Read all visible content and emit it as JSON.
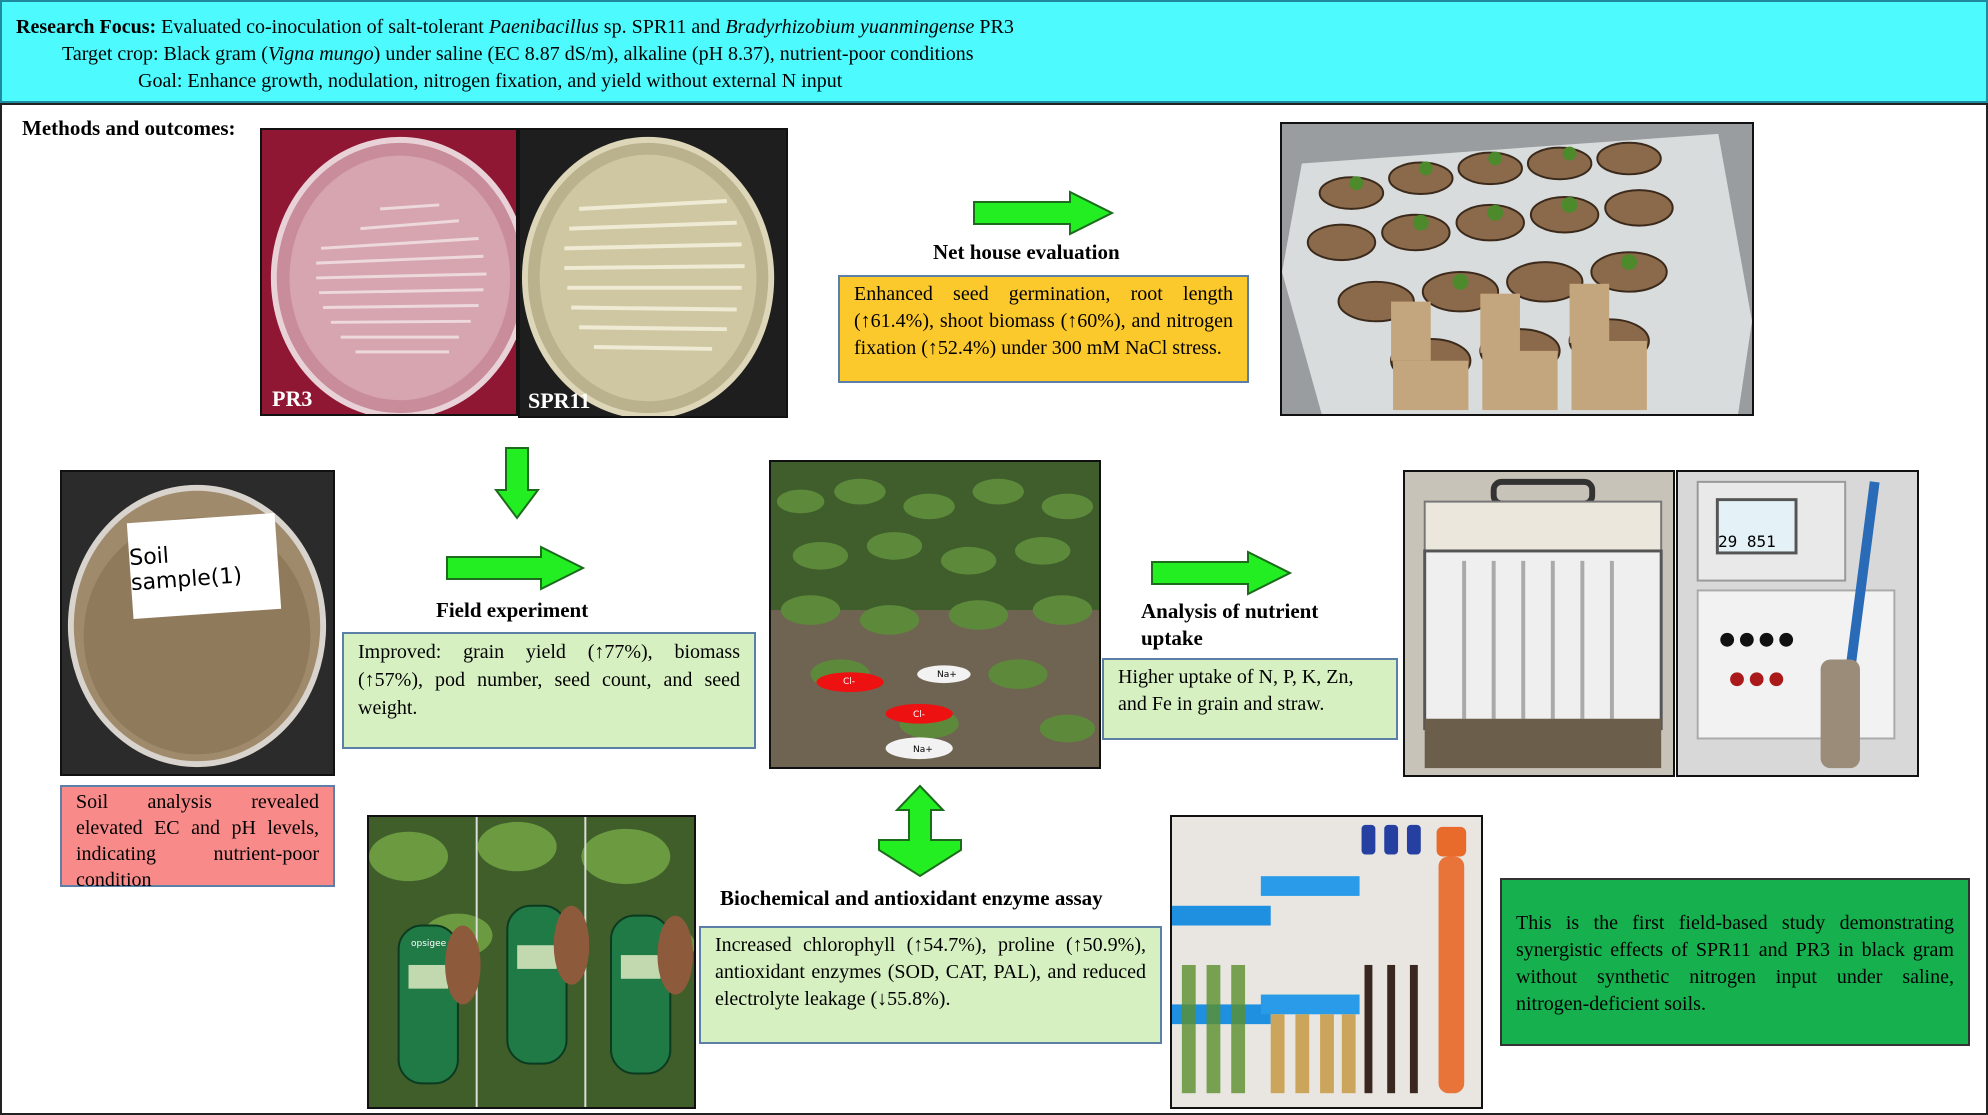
{
  "header": {
    "line1": [
      {
        "text": "Research Focus:",
        "style": "bold"
      },
      {
        "text": " Evaluated co-inoculation of salt-tolerant ",
        "style": "normal"
      },
      {
        "text": "Paenibacillus",
        "style": "italic"
      },
      {
        "text": " sp. SPR11 and ",
        "style": "normal"
      },
      {
        "text": "Bradyrhizobium yuanmingense",
        "style": "italic"
      },
      {
        "text": " PR3",
        "style": "normal"
      }
    ],
    "line2": [
      {
        "text": "Target crop: Black gram (",
        "style": "normal"
      },
      {
        "text": "Vigna mungo",
        "style": "italic"
      },
      {
        "text": ") under saline (EC 8.87 dS/m), alkaline (pH 8.37), nutrient-poor conditions",
        "style": "normal"
      }
    ],
    "line3": [
      {
        "text": "Goal: Enhance growth, nodulation, nitrogen fixation, and yield without external N input",
        "style": "normal"
      }
    ]
  },
  "methods_label": "Methods and outcomes:",
  "plates": {
    "left_label": "PR3",
    "right_label": "SPR11"
  },
  "soil": {
    "sample_label": "Soil sample(1)",
    "text": "Soil analysis revealed elevated EC and pH levels, indicating nutrient-poor condition"
  },
  "net_house": {
    "label": "Net house evaluation",
    "text": "Enhanced seed germination, root length (↑61.4%), shoot biomass (↑60%), and nitrogen fixation (↑52.4%) under 300 mM NaCl stress."
  },
  "field": {
    "label": "Field experiment",
    "text": "Improved: grain yield (↑77%), biomass (↑57%), pod number, seed count, and seed weight."
  },
  "field_photo": {
    "marker_cl": "Cl-",
    "marker_na": "Na+"
  },
  "nutrient": {
    "label": "Analysis of nutrient uptake",
    "text": "Higher uptake of N, P, K, Zn, and Fe in grain and straw."
  },
  "meter": {
    "display": "29  851"
  },
  "biochem": {
    "label": "Biochemical and antioxidant enzyme assay",
    "text": "Increased chlorophyll (↑54.7%), proline (↑50.9%), antioxidant enzymes (SOD, CAT, PAL), and reduced electrolyte leakage (↓55.8%)."
  },
  "spad": {
    "brand": "opsigee"
  },
  "conclusion": {
    "text": "This is the first field-based study demonstrating synergistic effects of SPR11 and PR3 in black gram without synthetic nitrogen input under saline, nitrogen-deficient soils."
  },
  "colors": {
    "header_bg": "#4dfbff",
    "arrow": "#22ee22",
    "yellow_box": "#fcc92d",
    "green_box": "#d6f0c2",
    "pink_box": "#f98a8a",
    "conclusion_box": "#16b04f"
  }
}
